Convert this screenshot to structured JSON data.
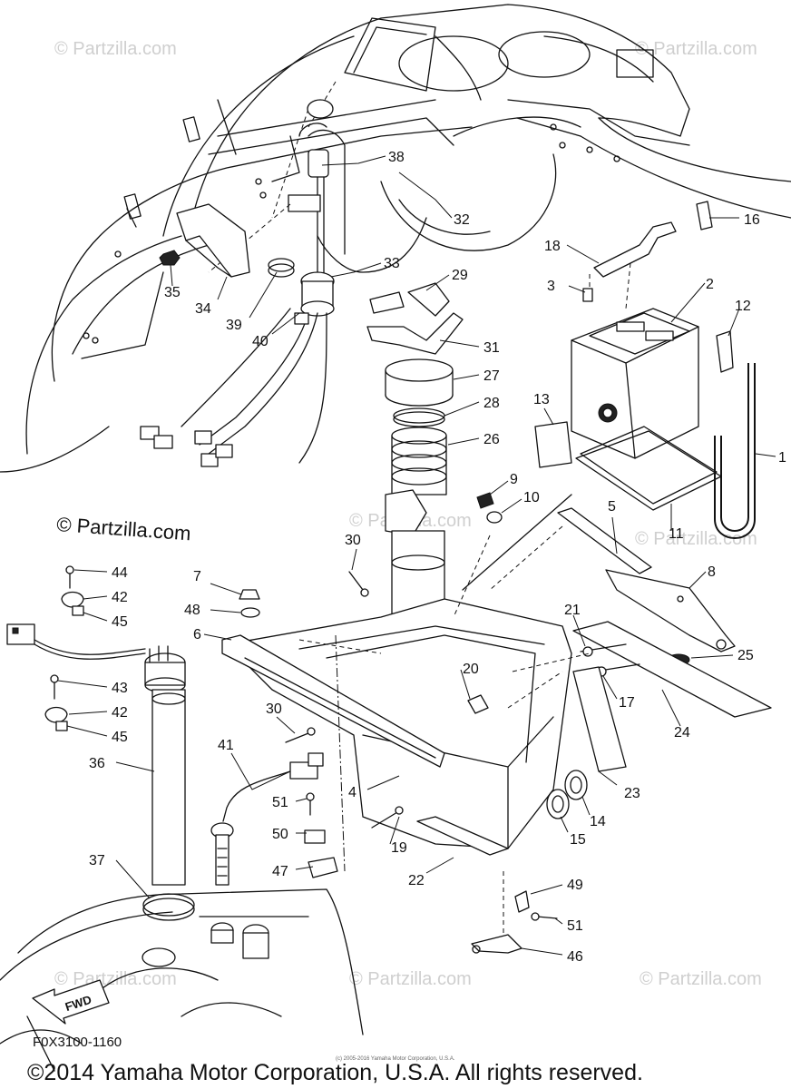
{
  "diagram": {
    "part_numbers": [
      "1",
      "2",
      "3",
      "4",
      "5",
      "6",
      "7",
      "8",
      "9",
      "10",
      "11",
      "12",
      "13",
      "14",
      "15",
      "16",
      "17",
      "18",
      "19",
      "20",
      "21",
      "22",
      "23",
      "24",
      "25",
      "26",
      "27",
      "28",
      "29",
      "30",
      "31",
      "32",
      "33",
      "34",
      "35",
      "36",
      "37",
      "38",
      "39",
      "40",
      "41",
      "42",
      "43",
      "44",
      "45",
      "46",
      "47",
      "48",
      "49",
      "50",
      "51"
    ],
    "labels": [
      {
        "id": "38",
        "text": "38"
      },
      {
        "id": "32",
        "text": "32"
      },
      {
        "id": "16",
        "text": "16"
      },
      {
        "id": "18",
        "text": "18"
      },
      {
        "id": "33",
        "text": "33"
      },
      {
        "id": "29",
        "text": "29"
      },
      {
        "id": "3",
        "text": "3"
      },
      {
        "id": "2",
        "text": "2"
      },
      {
        "id": "12",
        "text": "12"
      },
      {
        "id": "35",
        "text": "35"
      },
      {
        "id": "34",
        "text": "34"
      },
      {
        "id": "39",
        "text": "39"
      },
      {
        "id": "40",
        "text": "40"
      },
      {
        "id": "31",
        "text": "31"
      },
      {
        "id": "27",
        "text": "27"
      },
      {
        "id": "28",
        "text": "28"
      },
      {
        "id": "13",
        "text": "13"
      },
      {
        "id": "26",
        "text": "26"
      },
      {
        "id": "1",
        "text": "1"
      },
      {
        "id": "9",
        "text": "9"
      },
      {
        "id": "10",
        "text": "10"
      },
      {
        "id": "5",
        "text": "5"
      },
      {
        "id": "11",
        "text": "11"
      },
      {
        "id": "30a",
        "text": "30"
      },
      {
        "id": "44",
        "text": "44"
      },
      {
        "id": "7",
        "text": "7"
      },
      {
        "id": "8",
        "text": "8"
      },
      {
        "id": "42a",
        "text": "42"
      },
      {
        "id": "48",
        "text": "48"
      },
      {
        "id": "45a",
        "text": "45"
      },
      {
        "id": "6",
        "text": "6"
      },
      {
        "id": "21",
        "text": "21"
      },
      {
        "id": "25",
        "text": "25"
      },
      {
        "id": "20",
        "text": "20"
      },
      {
        "id": "43",
        "text": "43"
      },
      {
        "id": "17",
        "text": "17"
      },
      {
        "id": "30b",
        "text": "30"
      },
      {
        "id": "42b",
        "text": "42"
      },
      {
        "id": "45b",
        "text": "45"
      },
      {
        "id": "24",
        "text": "24"
      },
      {
        "id": "41",
        "text": "41"
      },
      {
        "id": "36",
        "text": "36"
      },
      {
        "id": "23",
        "text": "23"
      },
      {
        "id": "4",
        "text": "4"
      },
      {
        "id": "51a",
        "text": "51"
      },
      {
        "id": "14",
        "text": "14"
      },
      {
        "id": "15",
        "text": "15"
      },
      {
        "id": "50",
        "text": "50"
      },
      {
        "id": "19",
        "text": "19"
      },
      {
        "id": "37",
        "text": "37"
      },
      {
        "id": "47",
        "text": "47"
      },
      {
        "id": "22",
        "text": "22"
      },
      {
        "id": "49",
        "text": "49"
      },
      {
        "id": "51b",
        "text": "51"
      },
      {
        "id": "46",
        "text": "46"
      }
    ],
    "fwd_label": "FWD",
    "diagram_code": "F0X3100-1160",
    "watermark_main": "© Partzilla.com",
    "watermark_faint": "© Partzilla.com",
    "copyright": "©2014 Yamaha Motor Corporation, U.S.A. All rights reserved.",
    "small_print": "(c) 2005-2016 Yamaha Motor Corporation, U.S.A."
  }
}
